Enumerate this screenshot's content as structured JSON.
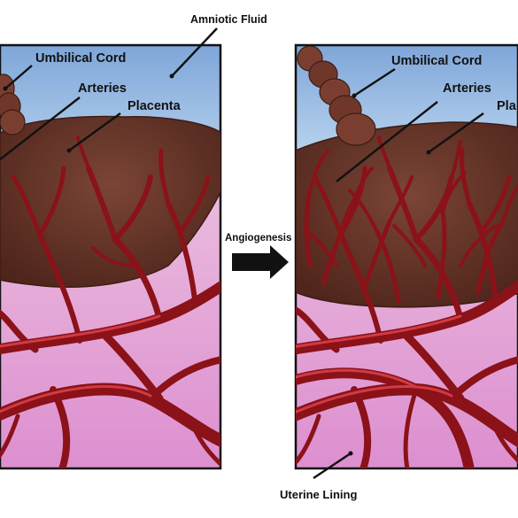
{
  "labels": {
    "amniotic_fluid": "Amniotic Fluid",
    "umbilical_cord": "Umbilical Cord",
    "arteries": "Arteries",
    "placenta": "Placenta",
    "placenta_right_partial": "Pla",
    "angiogenesis": "Angiogenesis",
    "uterine_lining": "Uterine Lining"
  },
  "colors": {
    "amniotic_blue": "#8fb9e2",
    "uterine_pink": "#e9a6d6",
    "placenta_brown": "#6e3a2d",
    "artery_red": "#b81e2a",
    "arrow": "#111111"
  },
  "panels": [
    {
      "name": "before",
      "artery_density": "sparse"
    },
    {
      "name": "after",
      "artery_density": "dense"
    }
  ]
}
